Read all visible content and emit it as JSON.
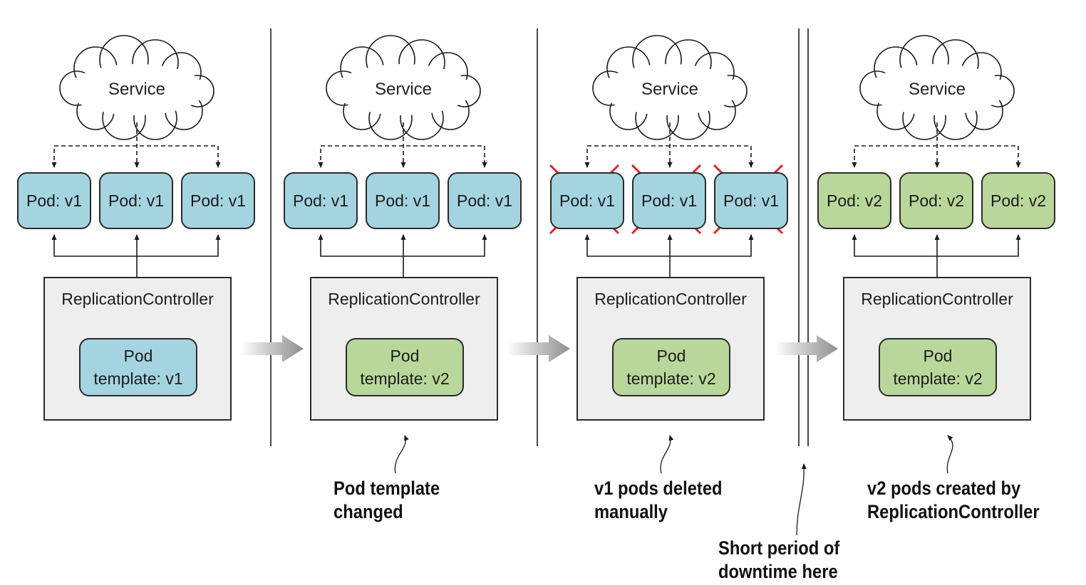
{
  "panels": [
    {
      "service_label": "Service",
      "pods": [
        {
          "label": "Pod: v1",
          "version": "v1",
          "deleted": false
        },
        {
          "label": "Pod: v1",
          "version": "v1",
          "deleted": false
        },
        {
          "label": "Pod: v1",
          "version": "v1",
          "deleted": false
        }
      ],
      "controller_label": "ReplicationController",
      "template": {
        "line1": "Pod",
        "line2": "template: v1",
        "version": "v1"
      }
    },
    {
      "service_label": "Service",
      "pods": [
        {
          "label": "Pod: v1",
          "version": "v1",
          "deleted": false
        },
        {
          "label": "Pod: v1",
          "version": "v1",
          "deleted": false
        },
        {
          "label": "Pod: v1",
          "version": "v1",
          "deleted": false
        }
      ],
      "controller_label": "ReplicationController",
      "template": {
        "line1": "Pod",
        "line2": "template: v2",
        "version": "v2"
      }
    },
    {
      "service_label": "Service",
      "pods": [
        {
          "label": "Pod: v1",
          "version": "v1",
          "deleted": true
        },
        {
          "label": "Pod: v1",
          "version": "v1",
          "deleted": true
        },
        {
          "label": "Pod: v1",
          "version": "v1",
          "deleted": true
        }
      ],
      "controller_label": "ReplicationController",
      "template": {
        "line1": "Pod",
        "line2": "template: v2",
        "version": "v2"
      }
    },
    {
      "service_label": "Service",
      "pods": [
        {
          "label": "Pod: v2",
          "version": "v2",
          "deleted": false
        },
        {
          "label": "Pod: v2",
          "version": "v2",
          "deleted": false
        },
        {
          "label": "Pod: v2",
          "version": "v2",
          "deleted": false
        }
      ],
      "controller_label": "ReplicationController",
      "template": {
        "line1": "Pod",
        "line2": "template: v2",
        "version": "v2"
      }
    }
  ],
  "annotations": {
    "template_changed": {
      "line1": "Pod template",
      "line2": "changed"
    },
    "pods_deleted": {
      "line1": "v1 pods deleted",
      "line2": "manually"
    },
    "downtime": {
      "line1": "Short period of",
      "line2": "downtime here"
    },
    "pods_created": {
      "line1": "v2 pods created by",
      "line2": "ReplicationController"
    }
  },
  "colors": {
    "pod_v1": "#a4d4df",
    "pod_v2": "#b9d79a",
    "controller_fill": "#eeeeee",
    "delete_cross": "#e0242b",
    "transition_arrow": "#9a9a9a"
  }
}
